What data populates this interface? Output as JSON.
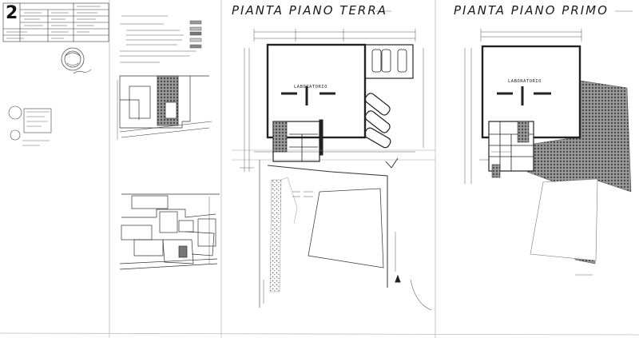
{
  "sheet": {
    "number": "2",
    "titles": {
      "ground_floor": "PIANTA PIANO TERRA",
      "first_floor": "PIANTA PIANO PRIMO"
    },
    "rooms": {
      "ground_floor_main": "LABORATORIO",
      "first_floor_main": "LABORATORIO"
    },
    "colors": {
      "paper": "#ffffff",
      "ink": "#222222",
      "hatch": "#6e6e6e"
    }
  }
}
